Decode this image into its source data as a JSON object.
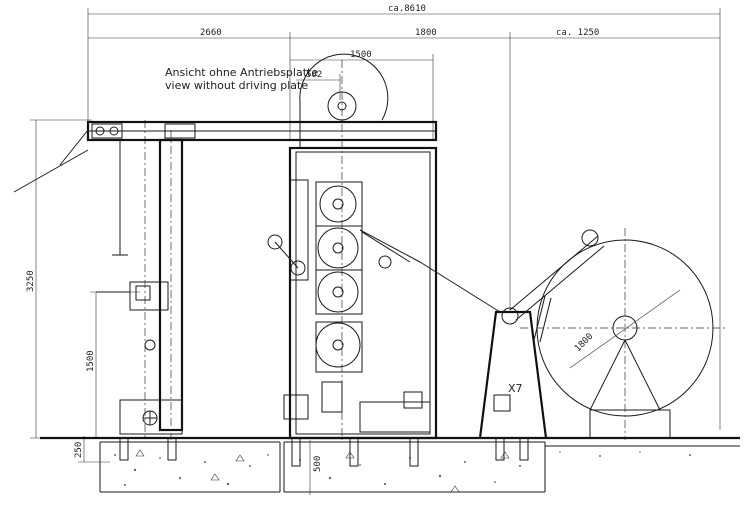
{
  "dimensions": {
    "overall": "ca.8610",
    "left_span": "2660",
    "frame_width": "1500",
    "middle_span": "1800",
    "right_span": "ca. 1250",
    "offset": "502",
    "height_total": "3250",
    "height_lower": "1500",
    "floor_depth": "250",
    "foundation": "500",
    "roll_diameter": "1800"
  },
  "labels": {
    "note_de": "Ansicht ohne Antriebsplatte",
    "note_en": "view without driving plate",
    "part_id": "X7"
  }
}
